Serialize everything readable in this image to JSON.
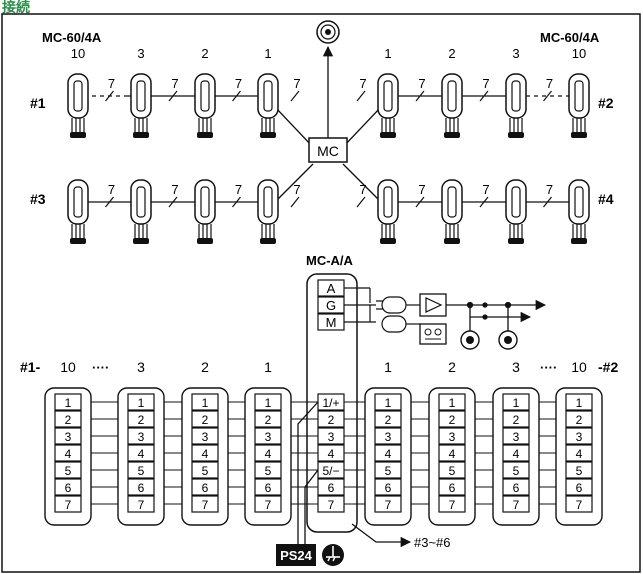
{
  "page": {
    "header": "接続"
  },
  "top": {
    "model_left": "MC-60/4A",
    "model_right": "MC-60/4A",
    "hub_label": "MC",
    "group_left_top": "#1",
    "group_right_top": "#2",
    "group_left_bottom": "#3",
    "group_right_bottom": "#4",
    "station_numbers_left": [
      "10",
      "3",
      "2",
      "1"
    ],
    "station_numbers_right": [
      "1",
      "2",
      "3",
      "10"
    ],
    "wire_count": "7"
  },
  "adapter": {
    "title": "MC-A/A",
    "ports": [
      "A",
      "G",
      "M"
    ],
    "terminals": [
      "1/+",
      "2",
      "3",
      "4",
      "5/−",
      "6",
      "7"
    ]
  },
  "bottom": {
    "left_prefix": "#1-",
    "right_suffix": "-#2",
    "left_numbers": [
      "10",
      "3",
      "2",
      "1"
    ],
    "right_numbers": [
      "1",
      "2",
      "3",
      "10"
    ],
    "ellipsis": "····",
    "terminal_numbers": [
      "1",
      "2",
      "3",
      "4",
      "5",
      "6",
      "7"
    ],
    "power_label": "PS24",
    "arrow_label": "#3~#6"
  },
  "colors": {
    "header": "#2f8a4c",
    "line": "#111111",
    "power_bg": "#111111"
  }
}
